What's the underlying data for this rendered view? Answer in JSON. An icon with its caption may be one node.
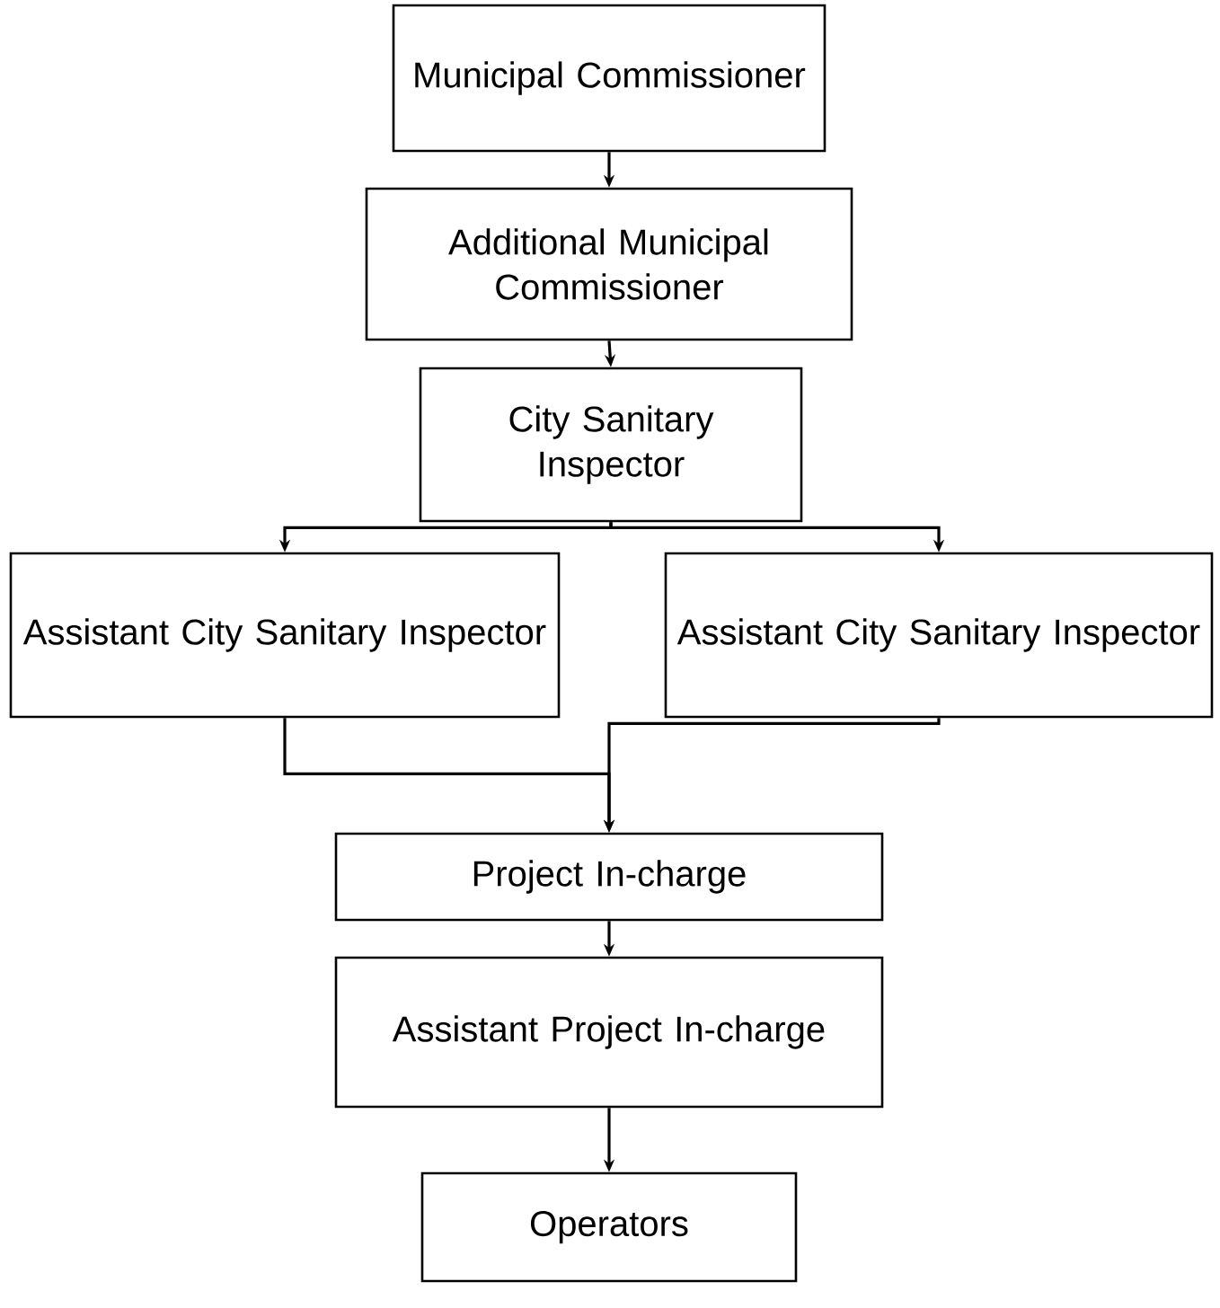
{
  "diagram": {
    "nodes": [
      {
        "text": [
          "Municipal Commissioner"
        ]
      },
      {
        "text": [
          "Additional Municipal Commissioner"
        ]
      },
      {
        "text": [
          "City Sanitary Inspector"
        ]
      },
      {
        "text": [
          "Assistant City Sanitary Inspector"
        ]
      },
      {
        "text": [
          "Assistant City Sanitary Inspector"
        ]
      },
      {
        "text": [
          "Project In-charge"
        ]
      },
      {
        "text": [
          "Assistant Project In-charge"
        ]
      },
      {
        "text": [
          "Operators"
        ]
      }
    ],
    "edges": [
      {
        "from": 0,
        "to": 1,
        "arrow": "to"
      },
      {
        "from": 1,
        "to": 2,
        "arrow": "to"
      },
      {
        "from": 2,
        "to": 3,
        "arrow": "to"
      },
      {
        "from": 2,
        "to": 4,
        "arrow": "to"
      },
      {
        "from": 3,
        "to": 5,
        "arrow": "to"
      },
      {
        "from": 4,
        "to": 5,
        "arrow": "to"
      },
      {
        "from": 5,
        "to": 6,
        "arrow": "to"
      },
      {
        "from": 6,
        "to": 7,
        "arrow": "to"
      }
    ]
  }
}
